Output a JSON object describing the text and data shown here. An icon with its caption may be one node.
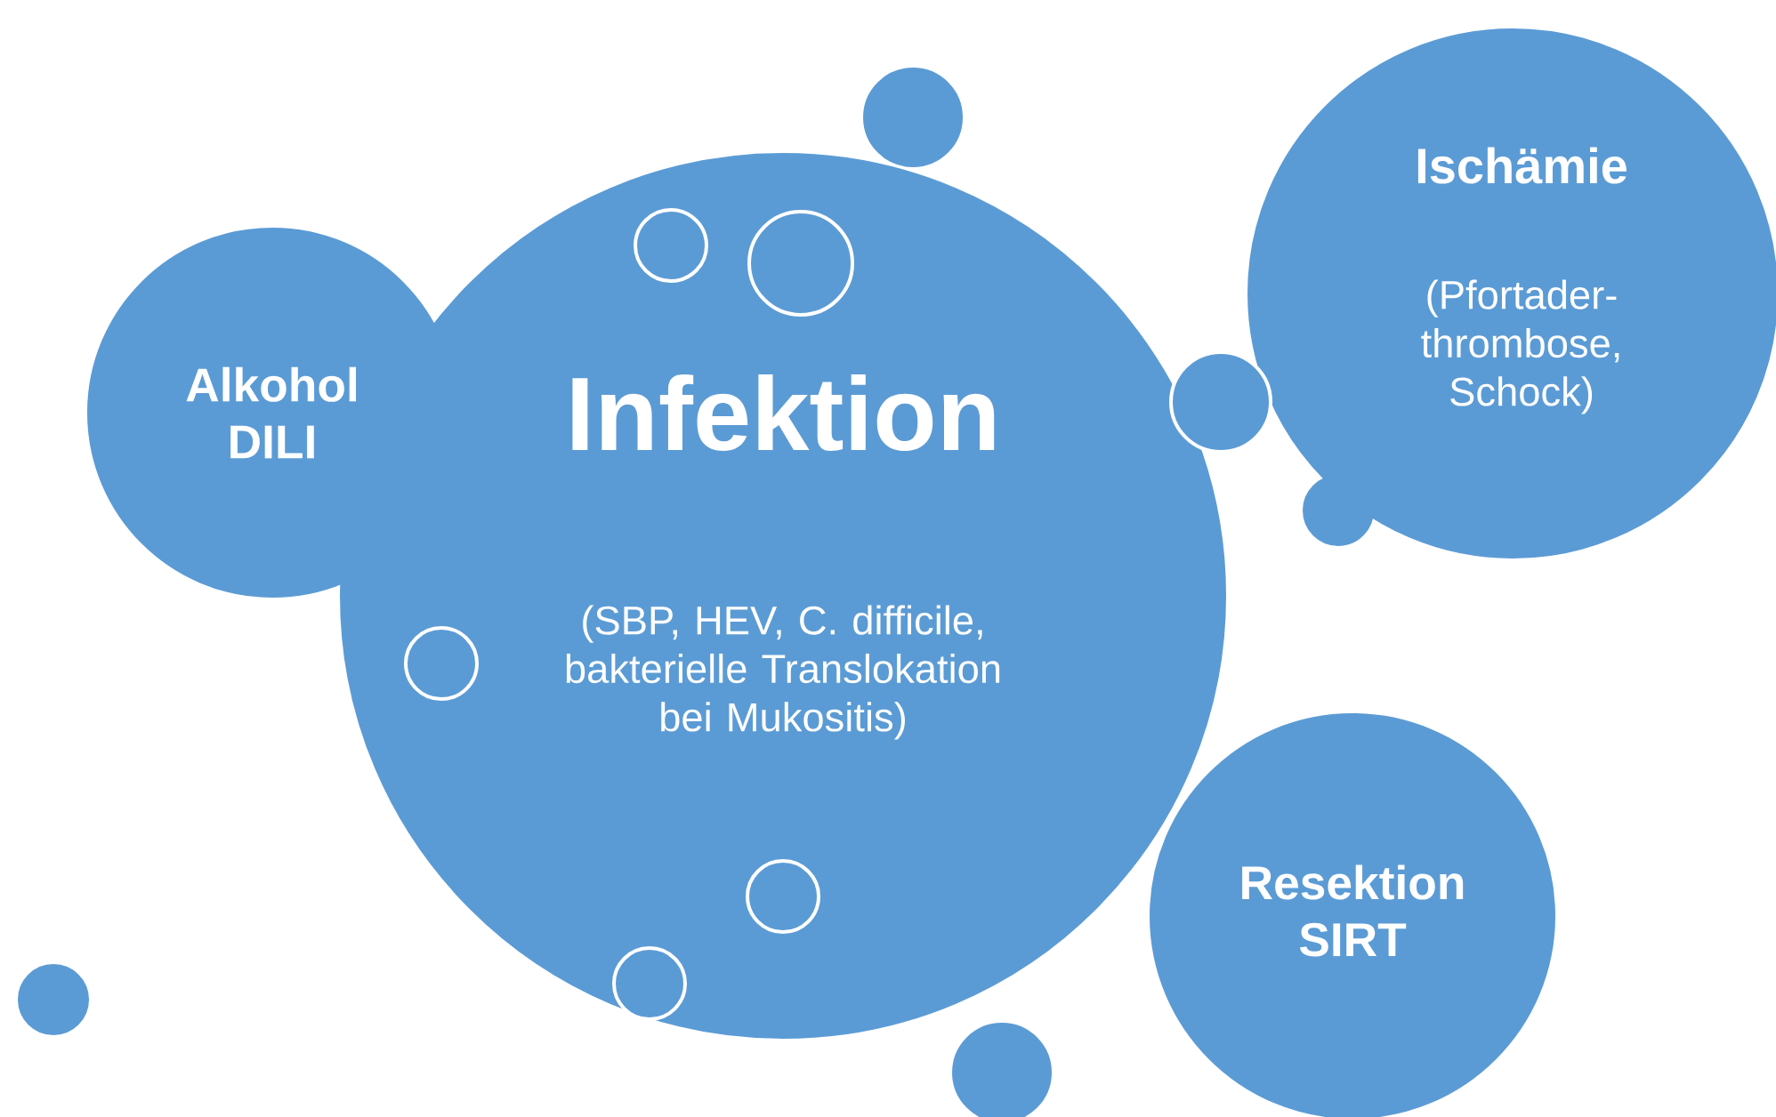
{
  "diagram": {
    "nodes": [
      {
        "text": [
          "Alkohol DILI"
        ]
      },
      {
        "text": [
          "Infektion",
          "(SBP, HEV, C. difficile, bakterielle Translokation bei Mukositis)"
        ]
      },
      {
        "text": [
          "Ischämie",
          "(Pfortader-thrombose, Schock)"
        ]
      },
      {
        "text": [
          "Resektion SIRT"
        ]
      },
      {
        "text": [],
        "shape": "circle"
      },
      {
        "text": [],
        "shape": "circle",
        "in": 1
      },
      {
        "text": [],
        "shape": "circle",
        "in": 1
      },
      {
        "text": [],
        "shape": "circle"
      },
      {
        "text": [],
        "shape": "circle"
      },
      {
        "text": [],
        "shape": "circle",
        "in": 1
      },
      {
        "text": [],
        "shape": "circle",
        "in": 1
      },
      {
        "text": [],
        "shape": "circle",
        "in": 1
      },
      {
        "text": [],
        "shape": "circle"
      },
      {
        "text": [],
        "shape": "circle"
      }
    ]
  }
}
